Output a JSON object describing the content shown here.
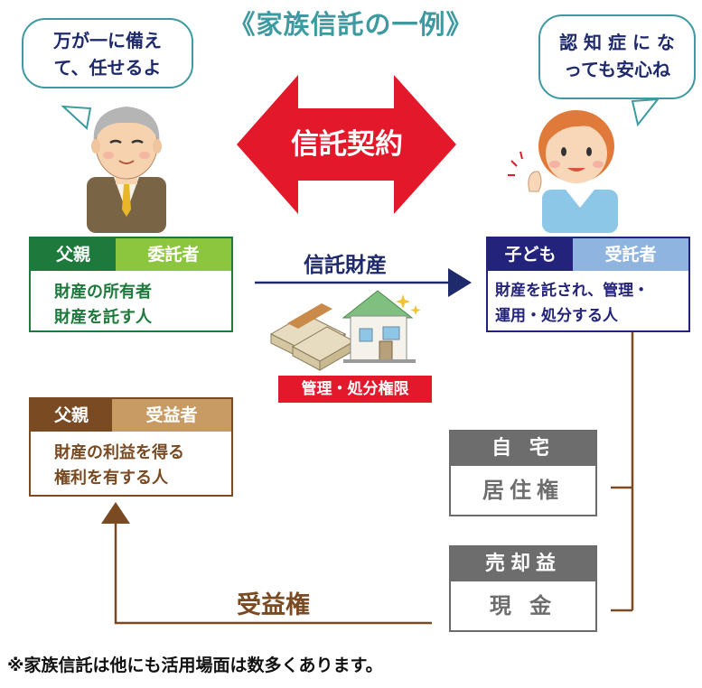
{
  "title": "《家族信託の一例》",
  "father_bubble": {
    "line1": "万が一に備え",
    "line2": "て、任せるよ"
  },
  "child_bubble": {
    "line1": "認 知 症 に な",
    "line2": "っても安心ね"
  },
  "contract_label": "信託契約",
  "settlor_box": {
    "role1": "父親",
    "role2": "委託者",
    "line1": "財産の所有者",
    "line2": "財産を託す人"
  },
  "trustee_box": {
    "role1": "子ども",
    "role2": "受託者",
    "line1": "財産を託され、管理・",
    "line2": "運用・処分する人"
  },
  "beneficiary_box": {
    "role1": "父親",
    "role2": "受益者",
    "line1": "財産の利益を得る",
    "line2": "権利を有する人"
  },
  "trust_property_label": "信託財産",
  "authority_badge": "管理・処分権限",
  "home_box": {
    "header": "自 宅",
    "body": "居住権"
  },
  "sale_box": {
    "header": "売却益",
    "body": "現 金"
  },
  "benefit_right_label": "受益権",
  "footnote": "※家族信託は他にも活用場面は数多くあります。",
  "colors": {
    "teal": "#3c9aa0",
    "red": "#e3182a",
    "navy": "#1e2a6b",
    "green_dark": "#1e7a3c",
    "green_light": "#8cc63f",
    "blue_dark": "#23237c",
    "blue_light": "#8fb4e0",
    "brown_dark": "#7a4a22",
    "brown_light": "#c89a64"
  }
}
